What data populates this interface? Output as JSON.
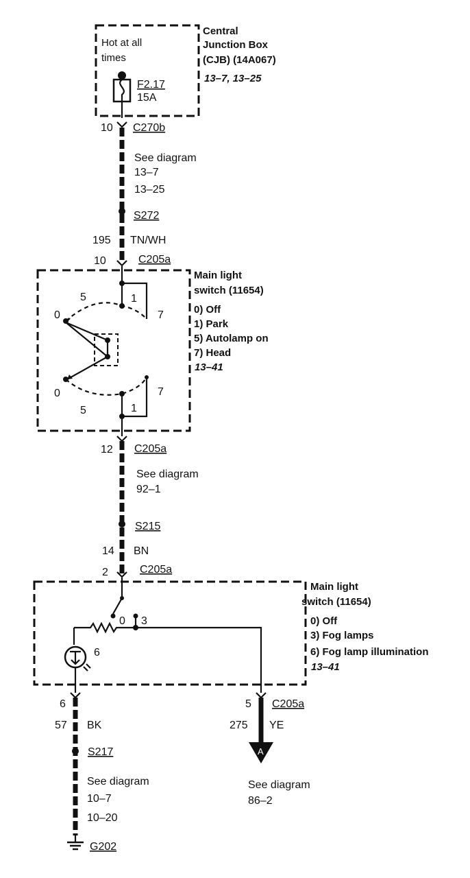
{
  "cjb": {
    "hot_label_1": "Hot at all",
    "hot_label_2": "times",
    "fuse_id": "F2.17",
    "fuse_amp": "15A",
    "title_1": "Central",
    "title_2": "Junction Box",
    "title_3": "(CJB) (14A067)",
    "ref": "13–7, 13–25"
  },
  "c270b": {
    "pin": "10",
    "connector": "C270b"
  },
  "see_diagram_1": {
    "label": "See diagram",
    "ref_1": "13–7",
    "ref_2": "13–25"
  },
  "s272": "S272",
  "wire_195": {
    "circuit": "195",
    "color": "TN/WH"
  },
  "c205a_top": {
    "pin": "10",
    "connector": "C205a"
  },
  "switch_1": {
    "title_1": "Main light",
    "title_2": "switch (11654)",
    "pos_0": "0) Off",
    "pos_1": "1) Park",
    "pos_5": "5) Autolamp on",
    "pos_7": "7) Head",
    "ref": "13–41",
    "labels": {
      "top_5": "5",
      "top_0": "0",
      "top_1": "1",
      "top_7": "7",
      "bot_0": "0",
      "bot_5": "5",
      "bot_1": "1",
      "bot_7": "7"
    }
  },
  "c205a_mid": {
    "pin": "12",
    "connector": "C205a"
  },
  "see_diagram_2": {
    "label": "See diagram",
    "ref_1": "92–1"
  },
  "s215": "S215",
  "wire_14": {
    "circuit": "14",
    "color": "BN"
  },
  "c205a_low": {
    "pin": "2",
    "connector": "C205a"
  },
  "switch_2": {
    "title_1": "Main light",
    "title_2": "switch (11654)",
    "pos_0": "0) Off",
    "pos_3": "3) Fog lamps",
    "pos_6": "6) Fog lamp illumination",
    "ref": "13–41",
    "labels": {
      "sw_0": "0",
      "sw_3": "3",
      "lamp_6": "6"
    }
  },
  "c205a_bottom": {
    "pin_left": "6",
    "pin_right": "5",
    "connector": "C205a"
  },
  "wire_57": {
    "circuit": "57",
    "color": "BK"
  },
  "wire_275": {
    "circuit": "275",
    "color": "YE"
  },
  "arrow_label": "A",
  "s217": "S217",
  "see_diagram_3": {
    "label": "See diagram",
    "ref_1": "10–7",
    "ref_2": "10–20"
  },
  "see_diagram_4": {
    "label": "See diagram",
    "ref_1": "86–2"
  },
  "g202": "G202"
}
